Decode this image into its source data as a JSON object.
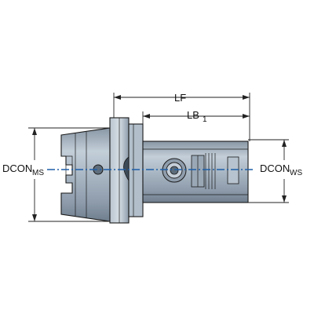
{
  "dimensions": {
    "lf": "LF",
    "lb_main": "LB",
    "lb_sub": "1",
    "dcon_ms_main": "DCON",
    "dcon_ms_sub": "MS",
    "dcon_ws_main": "DCON",
    "dcon_ws_sub": "WS"
  },
  "colors": {
    "body_fill": "#a6b4c2",
    "body_dark": "#7f8e9c",
    "body_light": "#c9d3dc",
    "centerline": "#1e5fa8",
    "line": "#1a1a1a"
  },
  "icons": {
    "arrow": "filled-triangle-arrowhead"
  }
}
